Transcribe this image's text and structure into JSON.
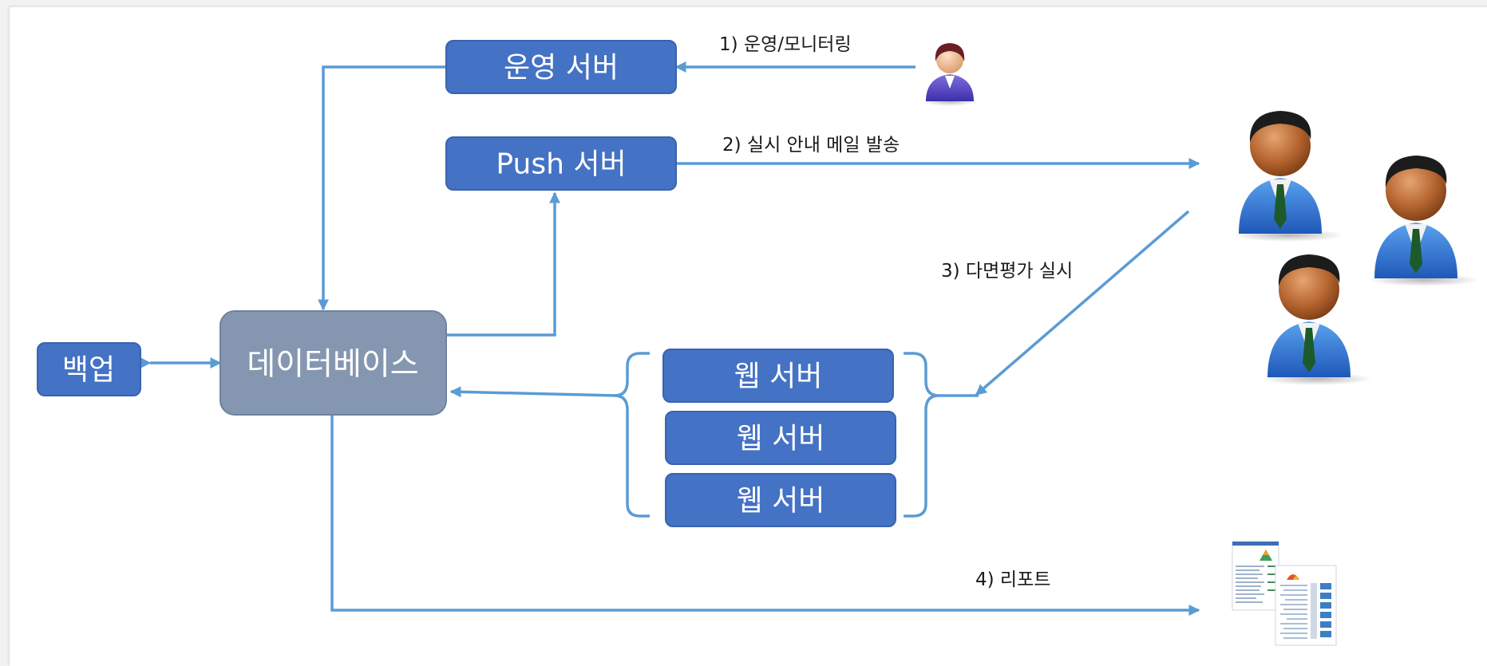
{
  "colors": {
    "node_blue": "#4472c4",
    "node_blue_stroke": "#3a63ad",
    "database_gray": "#8597b0",
    "database_stroke": "#6f82a0",
    "arrow": "#5b9bd5"
  },
  "nodes": {
    "ops_server": "운영 서버",
    "push_server": "Push 서버",
    "database": "데이터베이스",
    "backup": "백업",
    "web_servers": [
      "웹 서버",
      "웹 서버",
      "웹 서버"
    ]
  },
  "edge_labels": {
    "monitoring": "1) 운영/모니터링",
    "mail": "2) 실시 안내 메일 발송",
    "evaluation": "3) 다면평가 실시",
    "report": "4) 리포트"
  },
  "icons": {
    "operator": "female-operator-user-icon",
    "users": "businessman-users-icon",
    "report": "report-document-icon"
  }
}
